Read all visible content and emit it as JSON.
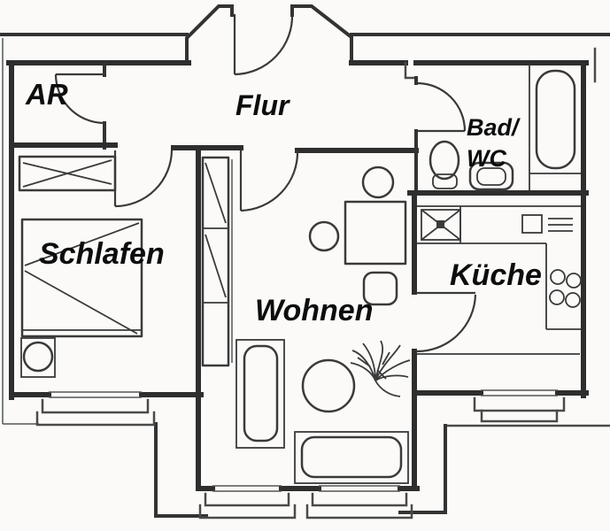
{
  "page": {
    "background": "#fbfaf8",
    "wall_color": "#2e2e2e",
    "label_color": "#0d0d0d"
  },
  "floorplan": {
    "rooms": {
      "ar": {
        "label": "AR"
      },
      "flur": {
        "label": "Flur"
      },
      "bad": {
        "label_line1": "Bad/",
        "label_line2": "WC"
      },
      "schlafen": {
        "label": "Schlafen"
      },
      "wohnen": {
        "label": "Wohnen"
      },
      "kueche": {
        "label": "Küche"
      }
    }
  }
}
